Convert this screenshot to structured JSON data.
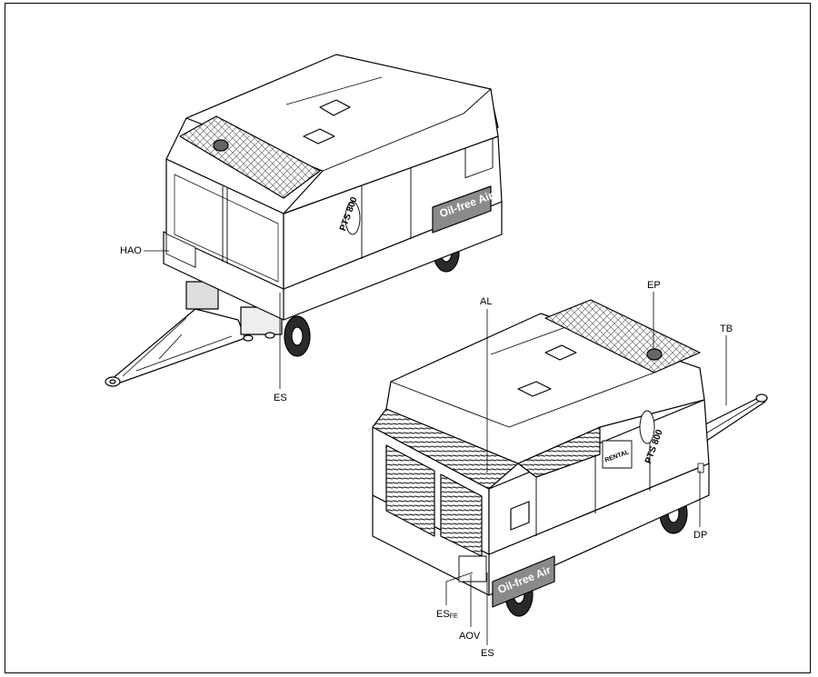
{
  "callouts": {
    "hao": "HAO",
    "es_left": "ES",
    "al": "AL",
    "ep": "EP",
    "tb": "TB",
    "dp": "DP",
    "es_fe_main": "ES",
    "es_fe_sub": "FE",
    "aov": "AOV",
    "es_right": "ES"
  },
  "unit_markings": {
    "left": {
      "model": "PTS 800",
      "brand": "Oil-free Air"
    },
    "right": {
      "model": "PTS 800",
      "brand": "Oil-free Air",
      "rental": "RENTAL"
    }
  },
  "colors": {
    "line": "#000000",
    "panel": "#ffffff",
    "shade": "#8a8a8a",
    "dark": "#2a2a2a"
  }
}
